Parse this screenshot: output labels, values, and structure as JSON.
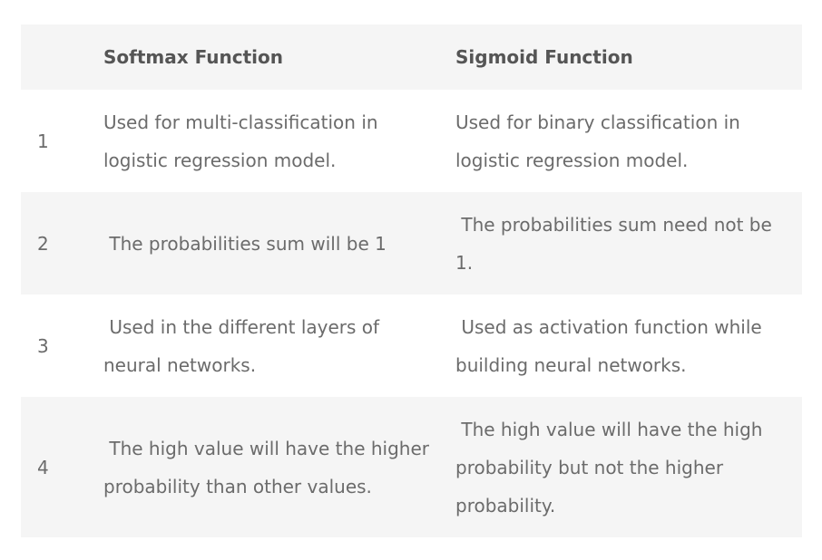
{
  "table": {
    "headers": [
      "",
      "Softmax Function",
      "Sigmoid Function"
    ],
    "rows": [
      {
        "num": "1",
        "softmax": "Used for multi-classification in logistic regression model.",
        "sigmoid": "Used for binary classification in logistic regression model."
      },
      {
        "num": "2",
        "softmax": " The probabilities sum will be 1",
        "sigmoid": " The probabilities sum need not be 1."
      },
      {
        "num": "3",
        "softmax": " Used in the different layers of neural networks.",
        "sigmoid": " Used as activation function while building neural networks."
      },
      {
        "num": "4",
        "softmax": " The high value will have the higher probability than other values.",
        "sigmoid": " The high value will have the high probability but not the higher probability."
      }
    ]
  },
  "colors": {
    "row_shade": "#f5f5f5",
    "text": "#6b6b6b",
    "header_text": "#555555"
  }
}
